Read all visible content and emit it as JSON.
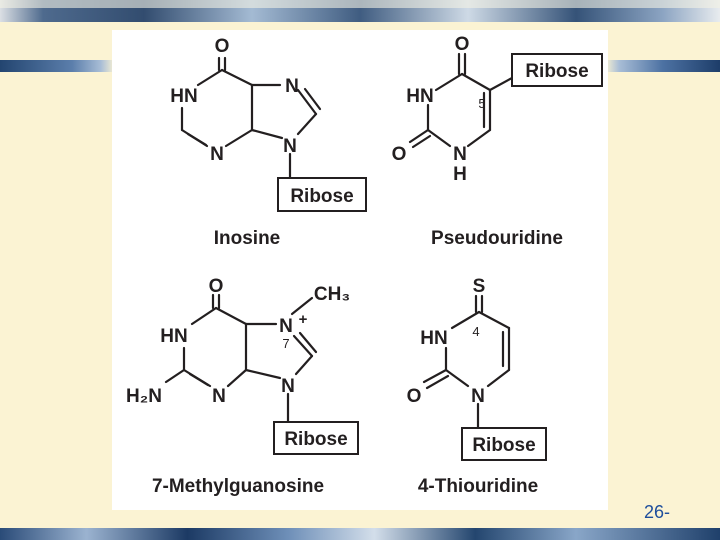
{
  "slide_number": "26-",
  "structures": [
    {
      "name": "Inosine",
      "atoms": {
        "o": "O",
        "hn": "HN",
        "n_ring": "N",
        "n7": "N",
        "n9": "N"
      },
      "substituent": "Ribose"
    },
    {
      "name": "Pseudouridine",
      "atoms": {
        "o_top": "O",
        "hn": "HN",
        "o_bottom": "O",
        "n": "N",
        "h": "H",
        "pos5": "5"
      },
      "substituent": "Ribose"
    },
    {
      "name": "7-Methylguanosine",
      "atoms": {
        "o": "O",
        "ch3": "CH₃",
        "hn": "HN",
        "nplus": "N",
        "plus": "+",
        "pos7": "7",
        "h2n": "H₂N",
        "n_ring": "N",
        "n9": "N"
      },
      "substituent": "Ribose"
    },
    {
      "name": "4-Thiouridine",
      "atoms": {
        "s": "S",
        "hn": "HN",
        "pos4": "4",
        "o": "O",
        "n": "N"
      },
      "substituent": "Ribose"
    }
  ]
}
